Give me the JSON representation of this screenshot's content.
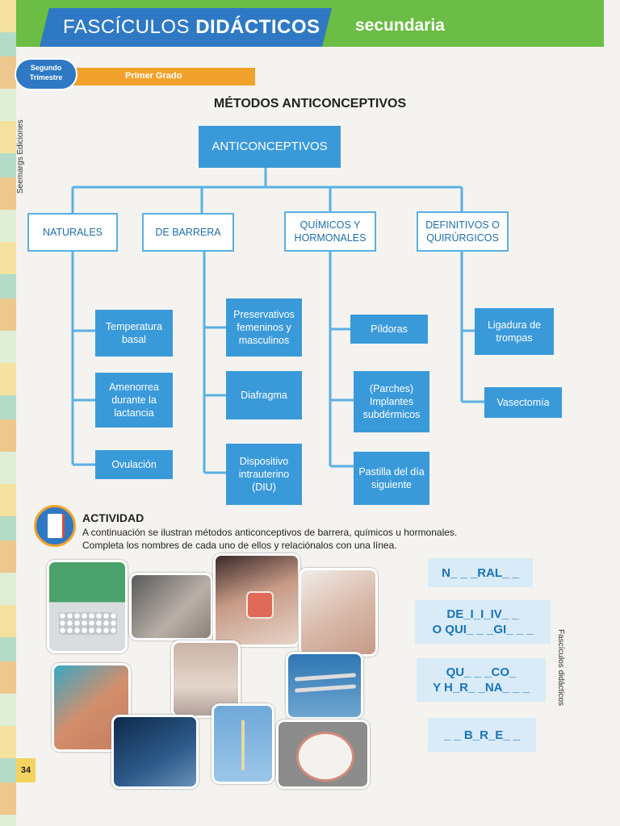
{
  "header": {
    "title_part1": "FASCÍCULOS",
    "title_part2": "DIDÁCTICOS",
    "level": "secundaria",
    "trimester": "Segundo Trimestre",
    "grade": "Primer Grado",
    "publisher": "Seemargs Ediciones",
    "side_label": "Fascículos didácticos",
    "page_number": "34"
  },
  "title": "MÉTODOS ANTICONCEPTIVOS",
  "diagram": {
    "root": "ANTICONCEPTIVOS",
    "categories": [
      {
        "label": "NATURALES",
        "items": [
          "Temperatura basal",
          "Amenorrea durante la lactancia",
          "Ovulación"
        ]
      },
      {
        "label": "DE BARRERA",
        "items": [
          "Preservativos femeninos y masculinos",
          "Diafragma",
          "Dispositivo intrauterino (DIU)"
        ]
      },
      {
        "label": "QUÍMICOS Y HORMONALES",
        "items": [
          "Píldoras",
          "(Parches) Implantes subdérmicos",
          "Pastilla del día siguiente"
        ]
      },
      {
        "label": "DEFINITIVOS O QUIRÚRGICOS",
        "items": [
          "Ligadura de trompas",
          "Vasectomía"
        ]
      }
    ]
  },
  "activity": {
    "title": "ACTIVIDAD",
    "text_line1": "A continuación se ilustran métodos anticonceptivos de barrera, químicos u hormonales.",
    "text_line2": "Completa los nombres de cada uno de ellos y relaciónalos con una línea."
  },
  "words": [
    {
      "line1": "N_ _ _RAL_ _",
      "line2": ""
    },
    {
      "line1": "DE_I_I_IV_ _",
      "line2": "O QUI_ _ _GI_ _ _"
    },
    {
      "line1": "QU_ _ _CO_",
      "line2": "Y H_R_ _NA_ _ _"
    },
    {
      "line1": "_ _ B_R_E_ _",
      "line2": ""
    }
  ],
  "colors": {
    "header_green": "#6bbd45",
    "header_blue": "#2f79c4",
    "grade_orange": "#f1a22c",
    "box_blue": "#3a9ad9",
    "word_bg": "#d8ebf6"
  }
}
